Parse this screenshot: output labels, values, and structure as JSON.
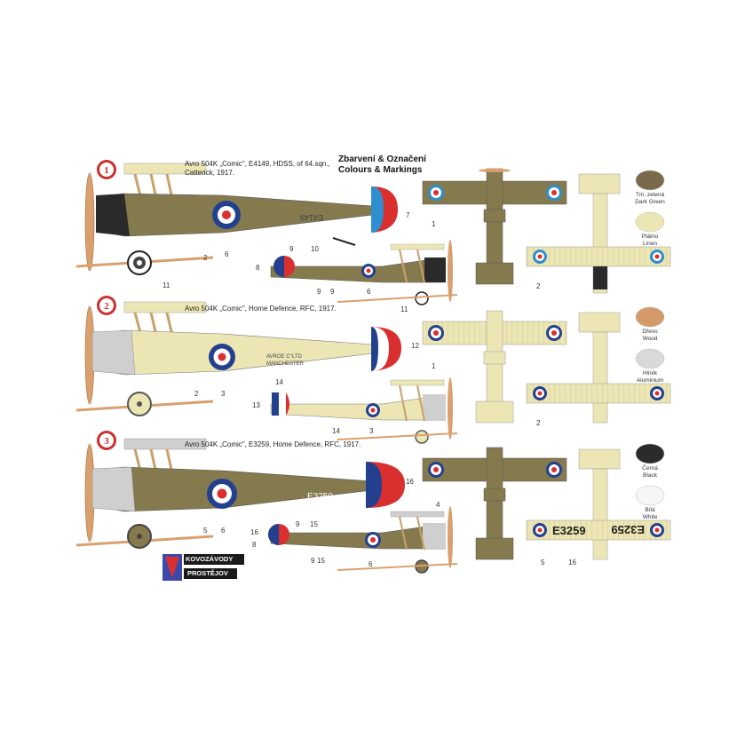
{
  "header": {
    "title_line1": "Zbarvení & Označení",
    "title_line2": "Colours & Markings"
  },
  "schemes": [
    {
      "number": "1",
      "caption_line1": "Avro 504K „Comic\", E4149, HDSS, of  64.sqn.,",
      "caption_line2": "Catterick, 1917.",
      "serial": "E4149",
      "callouts": [
        "1",
        "2",
        "6",
        "7",
        "9",
        "10",
        "8",
        "9",
        "9",
        "6",
        "11",
        "11"
      ]
    },
    {
      "number": "2",
      "caption_line1": "Avro 504K „Comic\", Home Defence, RFC, 1917.",
      "callouts": [
        "1",
        "2",
        "3",
        "12",
        "13",
        "14",
        "14",
        "3"
      ],
      "maker_plate_line1": "AVROE  C°LTD",
      "maker_plate_line2": "MANCHESTER"
    },
    {
      "number": "3",
      "caption_line1": "Avro 504K „Comic\", E3259, Home Defence, RFC, 1917.",
      "serial": "E3259",
      "callouts": [
        "4",
        "5",
        "6",
        "16",
        "5",
        "9",
        "15",
        "16",
        "8",
        "9",
        "15",
        "6",
        "2",
        "16"
      ]
    }
  ],
  "swatches": [
    {
      "name": "dark-green",
      "label_cz": "Tm. zelená",
      "label_en": "Dark Green",
      "color": "#7a6a4c"
    },
    {
      "name": "linen",
      "label_cz": "Plátno",
      "label_en": "Linen",
      "color": "#ece6b4"
    },
    {
      "name": "wood",
      "label_cz": "Dřevo",
      "label_en": "Wood",
      "color": "#d49a6a"
    },
    {
      "name": "aluminium",
      "label_cz": "Hliník",
      "label_en": "Aluminium",
      "color": "#d9d9d9"
    },
    {
      "name": "black",
      "label_cz": "Černá",
      "label_en": "Black",
      "color": "#2b2b2b"
    },
    {
      "name": "white",
      "label_cz": "Bílá",
      "label_en": "White",
      "color": "#f6f6f6"
    }
  ],
  "colors": {
    "olive": "#857a4e",
    "linen": "#ece6b4",
    "alu": "#cfcfcf",
    "wood": "#d9a06e",
    "roundel_blue": "#23408f",
    "roundel_red": "#d92f2f",
    "roundel_blue_light": "#2d8fd0",
    "black": "#2a2a2a",
    "badge_red": "#c8312d"
  },
  "logo": {
    "line1": "KOVOZÁVODY",
    "line2": "PROSTĚJOV"
  }
}
